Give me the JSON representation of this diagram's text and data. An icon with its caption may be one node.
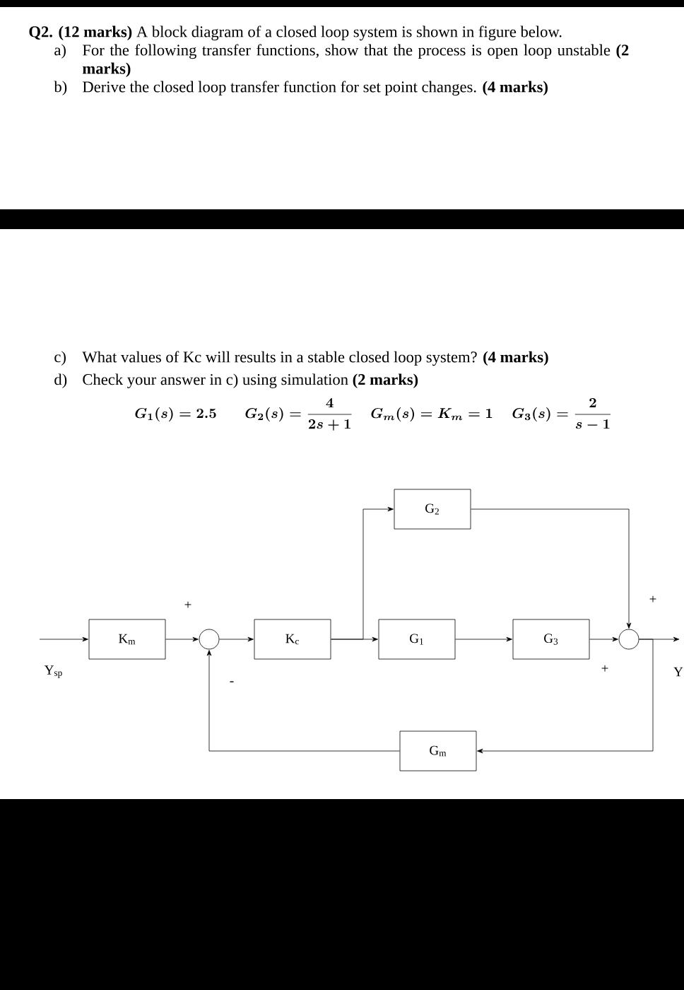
{
  "diagram": {
    "nodes": [
      {
        "text": [
          "K$_{m}$"
        ]
      },
      {
        "text": [],
        "shape": "circle"
      },
      {
        "text": [
          "K$_{c}$"
        ]
      },
      {
        "text": [
          "G$_{2}$"
        ]
      },
      {
        "text": [
          "G$_{1}$"
        ]
      },
      {
        "text": [
          "G$_{3}$"
        ]
      },
      {
        "text": [],
        "shape": "circle"
      },
      {
        "text": [
          "G$_{m}$"
        ]
      },
      {
        "text": [],
        "shape": "bar"
      },
      {
        "text": [],
        "shape": "bar"
      },
      {
        "text": [],
        "shape": "bar"
      }
    ],
    "edges": [
      {
        "from": null,
        "to": 0,
        "arrow": "to"
      },
      {
        "from": 0,
        "to": 1,
        "arrow": "to"
      },
      {
        "from": 1,
        "to": 2,
        "arrow": "to"
      },
      {
        "from": 2,
        "to": 3,
        "arrow": "to"
      },
      {
        "from": 2,
        "to": 4,
        "arrow": "to"
      },
      {
        "from": 4,
        "to": 5,
        "arrow": "to"
      },
      {
        "from": 5,
        "to": 6,
        "arrow": "to"
      },
      {
        "from": 3,
        "to": 6,
        "arrow": "to"
      },
      {
        "from": 6,
        "to": null,
        "arrow": "to"
      },
      {
        "from": 6,
        "to": 7,
        "arrow": "to"
      },
      {
        "from": 7,
        "to": 1,
        "arrow": "to"
      }
    ],
    "labels": [
      "**Q2. (12 marks)** A block diagram of a closed loop system is shown in figure below.",
      "a)",
      "For the following transfer functions, show that the process is open loop unstable **(2 marks)**",
      "b)",
      "Derive the closed loop transfer function for set point changes. **(4 marks)**",
      "c)",
      "What values of Kc will results in a stable closed loop system? **(4 marks)**",
      "d)",
      "Check your answer in c) using simulation **(2 marks)**",
      "G_1(s) = 2.5",
      "G_2(s) = \\frac{4}{2s+1}",
      "G_m(s) = K_m = 1",
      "G_3(s) = \\frac{2}{s-1}",
      "+",
      "-",
      "+",
      "+",
      "Y$_{sp}$",
      "Y"
    ]
  }
}
